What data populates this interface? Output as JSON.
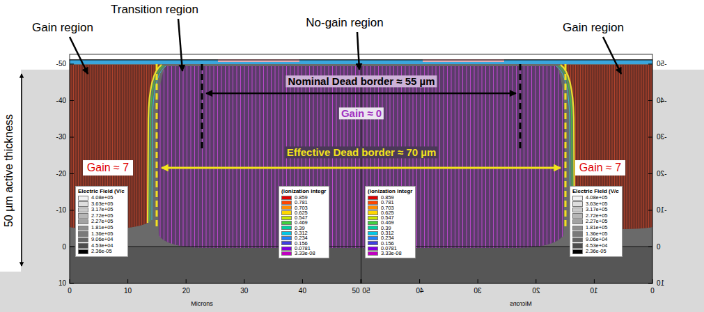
{
  "diagram": {
    "nodes": [
      {
        "text": [
          "Gain ≈ 7"
        ]
      },
      {
        "text": [
          "Gain ≈ 7"
        ]
      }
    ],
    "labels": [
      "Gain region",
      "Transition region",
      "No-gain region",
      "Gain region",
      "Nominal Dead border ≈ 55 µm",
      "Gain ≈ 0",
      "Effective Dead border ≈ 70 µm",
      "50 µm active thickness",
      "Electric Field (V/c",
      "(ionization integr",
      "(ionization integr",
      "Electric Field (V/c",
      "-50",
      "-40",
      "-30",
      "-20",
      "-10",
      "0",
      "10",
      "0",
      "10",
      "20",
      "30",
      "40",
      "50",
      "Microns",
      "-50",
      "-40",
      "-30",
      "-20",
      "-10",
      "0",
      "10",
      "50",
      "40",
      "30",
      "20",
      "10",
      "0",
      "Microns"
    ],
    "legend": [
      {
        "text": "4.08e+05",
        "color": "#f2f2f2"
      },
      {
        "text": "3.63e+05",
        "color": "#dedede"
      },
      {
        "text": "3.17e+05",
        "color": "#cacaca"
      },
      {
        "text": "2.72e+05",
        "color": "#b6b6b6"
      },
      {
        "text": "2.27e+05",
        "color": "#a2a2a2"
      },
      {
        "text": "1.81e+05",
        "color": "#8e8e8e"
      },
      {
        "text": "1.36e+05",
        "color": "#7a7a7a"
      },
      {
        "text": "9.06e+04",
        "color": "#666666"
      },
      {
        "text": "4.53e+04",
        "color": "#4d4d4d"
      },
      {
        "text": "2.36e-05",
        "color": "#000000"
      },
      {
        "text": "0.859",
        "color": "#e00000"
      },
      {
        "text": "0.781",
        "color": "#ff4500"
      },
      {
        "text": "0.703",
        "color": "#ff8c00"
      },
      {
        "text": "0.625",
        "color": "#ffd700"
      },
      {
        "text": "0.547",
        "color": "#c8e600"
      },
      {
        "text": "0.469",
        "color": "#40d040"
      },
      {
        "text": "0.39",
        "color": "#00d0a0"
      },
      {
        "text": "0.312",
        "color": "#00c8e8"
      },
      {
        "text": "0.234",
        "color": "#2080ff"
      },
      {
        "text": "0.156",
        "color": "#4040e0"
      },
      {
        "text": "0.0781",
        "color": "#8000e0"
      },
      {
        "text": "3.33e-08",
        "color": "#c000c0"
      },
      {
        "text": "0.859",
        "color": "#e00000"
      },
      {
        "text": "0.781",
        "color": "#ff4500"
      },
      {
        "text": "0.703",
        "color": "#ff8c00"
      },
      {
        "text": "0.625",
        "color": "#ffd700"
      },
      {
        "text": "0.547",
        "color": "#c8e600"
      },
      {
        "text": "0.469",
        "color": "#40d040"
      },
      {
        "text": "0.39",
        "color": "#00d0a0"
      },
      {
        "text": "0.312",
        "color": "#00c8e8"
      },
      {
        "text": "0.234",
        "color": "#2080ff"
      },
      {
        "text": "0.156",
        "color": "#4040e0"
      },
      {
        "text": "0.0781",
        "color": "#8000e0"
      },
      {
        "text": "3.33e-08",
        "color": "#c000c0"
      },
      {
        "text": "4.08e+05",
        "color": "#f2f2f2"
      },
      {
        "text": "3.63e+05",
        "color": "#dedede"
      },
      {
        "text": "3.17e+05",
        "color": "#cacaca"
      },
      {
        "text": "2.72e+05",
        "color": "#b6b6b6"
      },
      {
        "text": "2.27e+05",
        "color": "#a2a2a2"
      },
      {
        "text": "1.81e+05",
        "color": "#8e8e8e"
      },
      {
        "text": "1.36e+05",
        "color": "#7a7a7a"
      },
      {
        "text": "9.06e+04",
        "color": "#666666"
      },
      {
        "text": "4.53e+04",
        "color": "#4d4d4d"
      },
      {
        "text": "2.36e-05",
        "color": "#000000"
      }
    ]
  }
}
